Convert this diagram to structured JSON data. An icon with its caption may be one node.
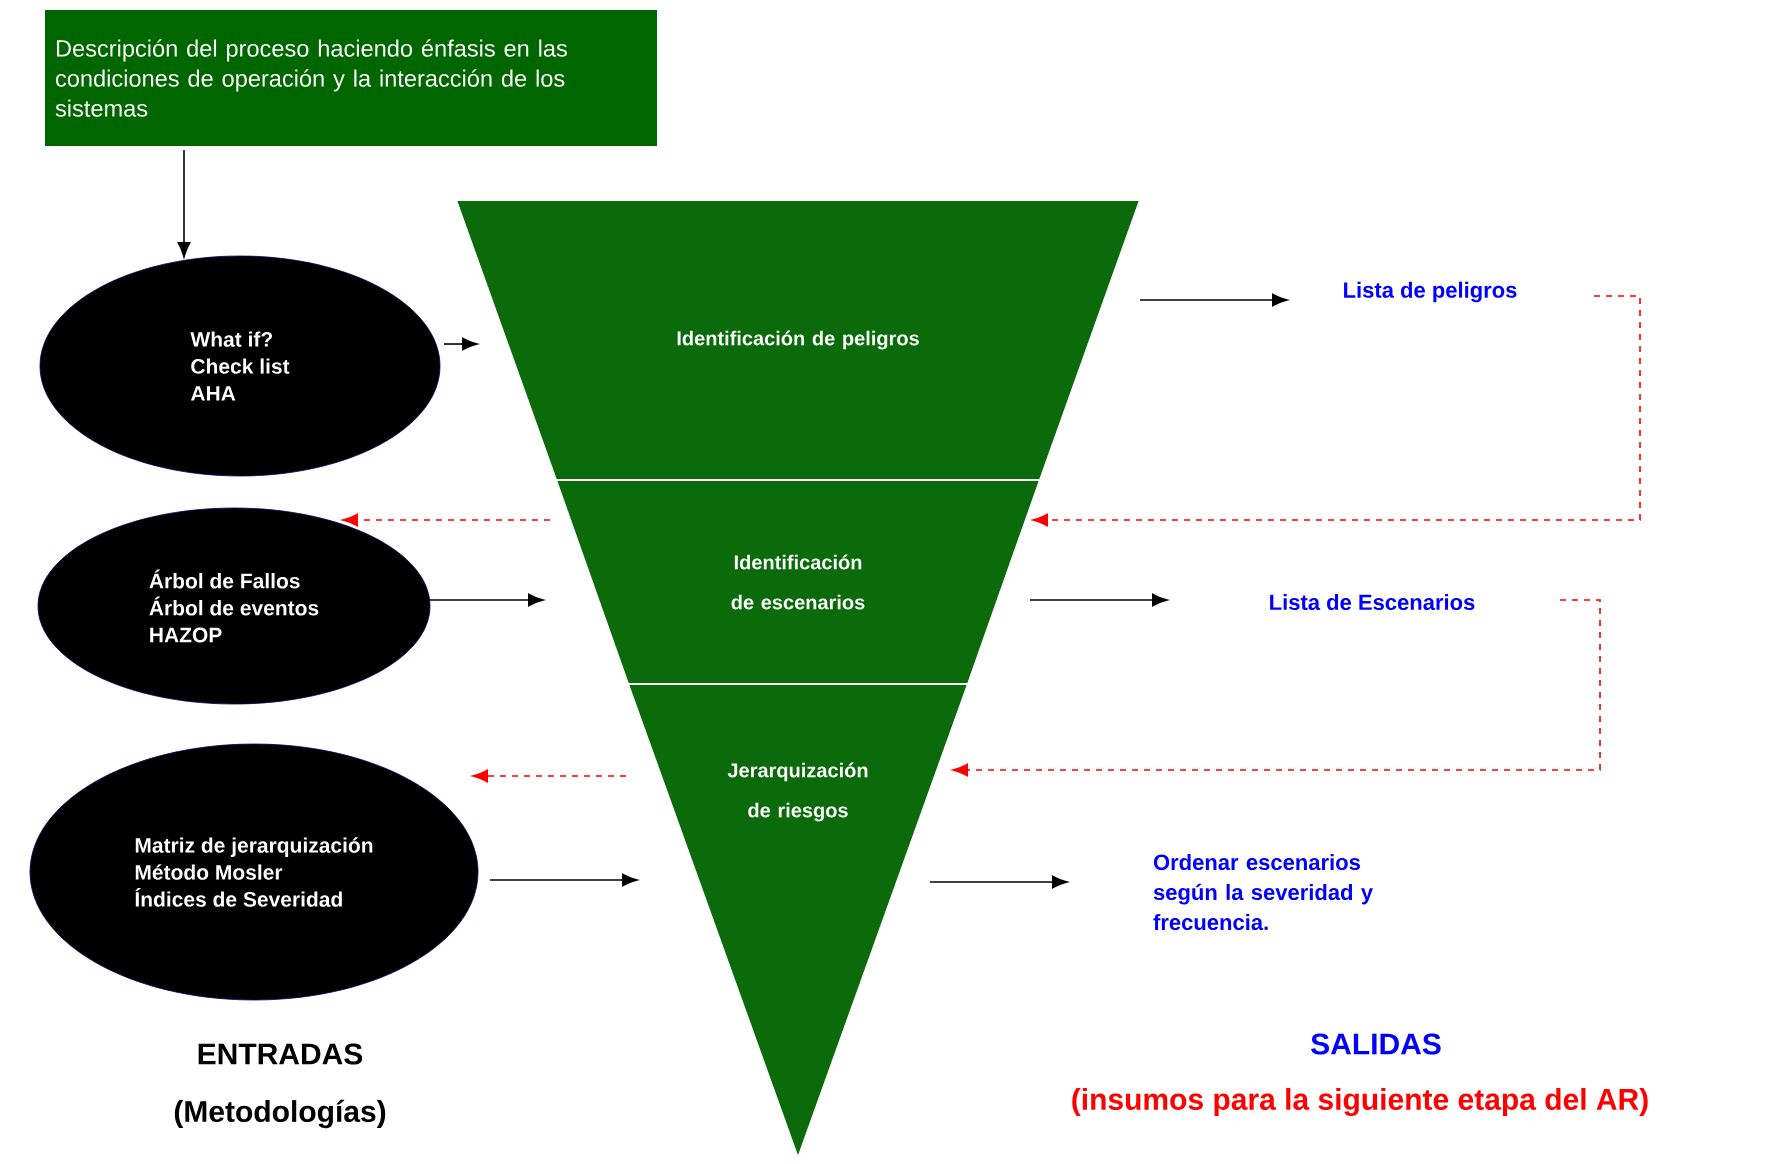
{
  "diagram": {
    "nodes": [
      {
        "text": [
          "Descripción del proceso haciendo énfasis en las condiciones de operación y la interacción de los sistemas"
        ]
      },
      {
        "text": [
          "What if?",
          "Check list",
          "AHA"
        ]
      },
      {
        "text": [
          "Identificación de peligros"
        ]
      },
      {
        "text": [
          "Lista de peligros"
        ]
      },
      {
        "text": [
          "Árbol de Fallos",
          "Árbol de eventos",
          "HAZOP"
        ]
      },
      {
        "text": [
          "Identificación de escenarios"
        ]
      },
      {
        "text": [
          "Lista de Escenarios"
        ]
      },
      {
        "text": [
          "Matriz de jerarquización",
          "Método Mosler",
          "Índices de Severidad"
        ]
      },
      {
        "text": [
          "Jerarquización de riesgos"
        ]
      },
      {
        "text": [
          "Ordenar escenarios según la severidad y frecuencia."
        ]
      }
    ],
    "edges": [
      {
        "from": 0,
        "to": 1,
        "arrow": "to"
      },
      {
        "from": 1,
        "to": 2,
        "arrow": "to"
      },
      {
        "from": 2,
        "to": 3,
        "arrow": "to"
      },
      {
        "from": 3,
        "to": 5,
        "arrow": "to",
        "style": "dashed",
        "color": "#ff0000"
      },
      {
        "from": 5,
        "to": 4,
        "arrow": "to",
        "style": "dashed",
        "color": "#ff0000"
      },
      {
        "from": 4,
        "to": 5,
        "arrow": "to"
      },
      {
        "from": 5,
        "to": 6,
        "arrow": "to"
      },
      {
        "from": 6,
        "to": 8,
        "arrow": "to",
        "style": "dashed",
        "color": "#ff0000"
      },
      {
        "from": 8,
        "to": 7,
        "arrow": "to",
        "style": "dashed",
        "color": "#ff0000"
      },
      {
        "from": 7,
        "to": 8,
        "arrow": "to"
      },
      {
        "from": 8,
        "to": 9,
        "arrow": "to"
      }
    ],
    "labels": [
      "ENTRADAS",
      "(Metodologías)",
      "SALIDAS",
      "(insumos para la siguiente etapa del AR)"
    ]
  }
}
